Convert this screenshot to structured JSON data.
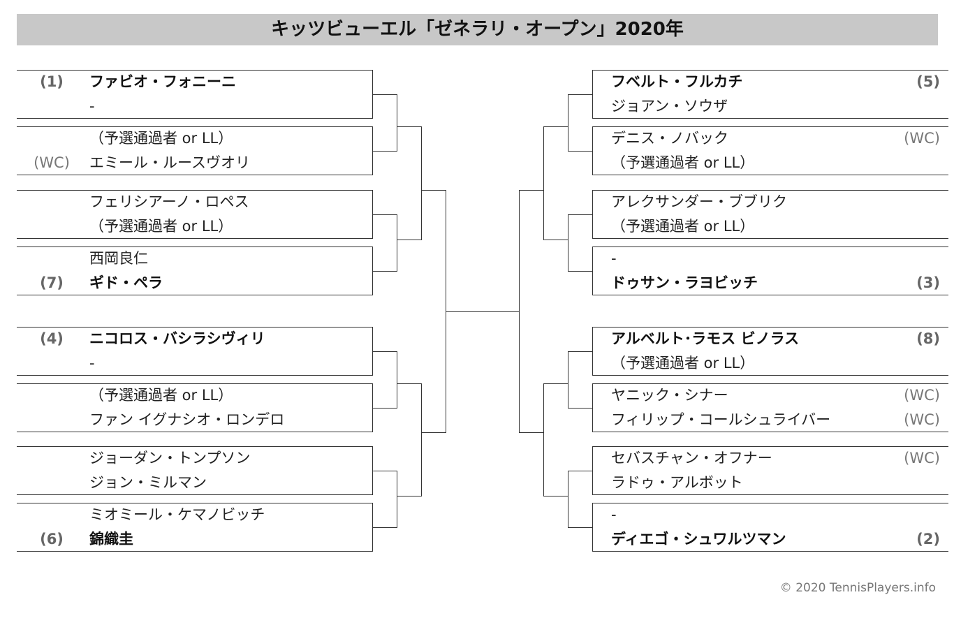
{
  "title": "キッツビューエル「ゼネラリ・オープン」2020年",
  "copyright": "© 2020 TennisPlayers.info",
  "left": [
    {
      "r0": {
        "seed": "(1)",
        "name": "ファビオ・フォニーニ",
        "bold": true
      },
      "r1": {
        "seed": "",
        "name": "-",
        "bold": false
      }
    },
    {
      "r0": {
        "seed": "",
        "name": "（予選通過者 or LL）",
        "bold": false
      },
      "r1": {
        "seed": "(WC)",
        "name": "エミール・ルースヴオリ",
        "bold": false
      }
    },
    {
      "r0": {
        "seed": "",
        "name": "フェリシアーノ・ロペス",
        "bold": false
      },
      "r1": {
        "seed": "",
        "name": "（予選通過者 or LL）",
        "bold": false
      }
    },
    {
      "r0": {
        "seed": "",
        "name": "西岡良仁",
        "bold": false
      },
      "r1": {
        "seed": "(7)",
        "name": "ギド・ペラ",
        "bold": true
      }
    },
    {
      "r0": {
        "seed": "(4)",
        "name": "ニコロス・バシラシヴィリ",
        "bold": true
      },
      "r1": {
        "seed": "",
        "name": "-",
        "bold": false
      }
    },
    {
      "r0": {
        "seed": "",
        "name": "（予選通過者 or LL）",
        "bold": false
      },
      "r1": {
        "seed": "",
        "name": "ファン イグナシオ・ロンデロ",
        "bold": false
      }
    },
    {
      "r0": {
        "seed": "",
        "name": "ジョーダン・トンプソン",
        "bold": false
      },
      "r1": {
        "seed": "",
        "name": "ジョン・ミルマン",
        "bold": false
      }
    },
    {
      "r0": {
        "seed": "",
        "name": "ミオミール・ケマノビッチ",
        "bold": false
      },
      "r1": {
        "seed": "(6)",
        "name": "錦織圭",
        "bold": true
      }
    }
  ],
  "right": [
    {
      "r0": {
        "seed": "(5)",
        "name": "フベルト・フルカチ",
        "bold": true
      },
      "r1": {
        "seed": "",
        "name": "ジョアン・ソウザ",
        "bold": false
      }
    },
    {
      "r0": {
        "seed": "(WC)",
        "name": "デニス・ノバック",
        "bold": false
      },
      "r1": {
        "seed": "",
        "name": "（予選通過者 or LL）",
        "bold": false
      }
    },
    {
      "r0": {
        "seed": "",
        "name": "アレクサンダー・ブブリク",
        "bold": false
      },
      "r1": {
        "seed": "",
        "name": "（予選通過者 or LL）",
        "bold": false
      }
    },
    {
      "r0": {
        "seed": "",
        "name": "-",
        "bold": false
      },
      "r1": {
        "seed": "(3)",
        "name": "ドゥサン・ラヨビッチ",
        "bold": true
      }
    },
    {
      "r0": {
        "seed": "(8)",
        "name": "アルベルト･ラモス ビノラス",
        "bold": true
      },
      "r1": {
        "seed": "",
        "name": "（予選通過者 or LL）",
        "bold": false
      }
    },
    {
      "r0": {
        "seed": "(WC)",
        "name": "ヤニック・シナー",
        "bold": false
      },
      "r1": {
        "seed": "(WC)",
        "name": "フィリップ・コールシュライバー",
        "bold": false
      }
    },
    {
      "r0": {
        "seed": "(WC)",
        "name": "セバスチャン・オフナー",
        "bold": false
      },
      "r1": {
        "seed": "",
        "name": "ラドゥ・アルボット",
        "bold": false
      }
    },
    {
      "r0": {
        "seed": "",
        "name": "-",
        "bold": false
      },
      "r1": {
        "seed": "(2)",
        "name": "ディエゴ・シュワルツマン",
        "bold": true
      }
    }
  ]
}
